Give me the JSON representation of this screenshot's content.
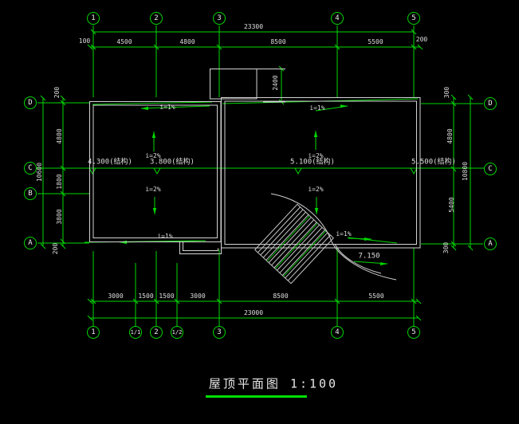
{
  "title": "屋顶平面图 1:100",
  "axis_bubbles": {
    "top": [
      "1",
      "2",
      "3",
      "4",
      "5"
    ],
    "bottom": [
      "1",
      "1/1",
      "2",
      "1/2",
      "3",
      "4",
      "5"
    ],
    "left": [
      "D",
      "C",
      "B",
      "A"
    ],
    "right": [
      "D",
      "C",
      "A"
    ]
  },
  "dimensions": {
    "top": {
      "total": "23300",
      "overhang_left": "100",
      "overhang_right": "200",
      "segments": [
        "4500",
        "4800",
        "8500",
        "5500"
      ]
    },
    "bottom": {
      "total": "23000",
      "segments": [
        "3000",
        "1500",
        "1500",
        "3000",
        "8500",
        "5500"
      ]
    },
    "left": {
      "total": "10600",
      "overhang_top": "200",
      "overhang_bottom": "200",
      "segments": [
        "4800",
        "1800",
        "3800"
      ]
    },
    "right": {
      "total": "10800",
      "overhang_top": "300",
      "overhang_bottom": "300",
      "segments": [
        "4800",
        "5400"
      ]
    },
    "chimney_width": "2400"
  },
  "elevations": {
    "left": "4.300(结构)",
    "mid_left": "3.800(结构)",
    "mid_right": "5.100(结构)",
    "right": "5.500(结构)",
    "eave": "7.150"
  },
  "slopes": {
    "one": "i=1%",
    "two": "i=2%"
  },
  "colors": {
    "line_green": "#00d800",
    "line_white": "#d4d4d4",
    "text": "#dfdfdf",
    "background": "#000000"
  }
}
